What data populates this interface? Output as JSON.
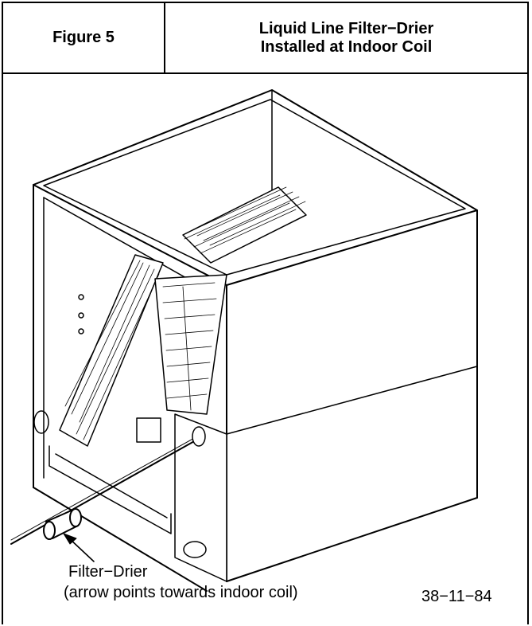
{
  "header": {
    "figure_label": "Figure 5",
    "title_line1": "Liquid Line Filter−Drier",
    "title_line2": "Installed at Indoor Coil"
  },
  "caption": {
    "line1": "Filter−Drier",
    "line2": "(arrow points towards indoor coil)"
  },
  "figure_number": "38−11−84"
}
